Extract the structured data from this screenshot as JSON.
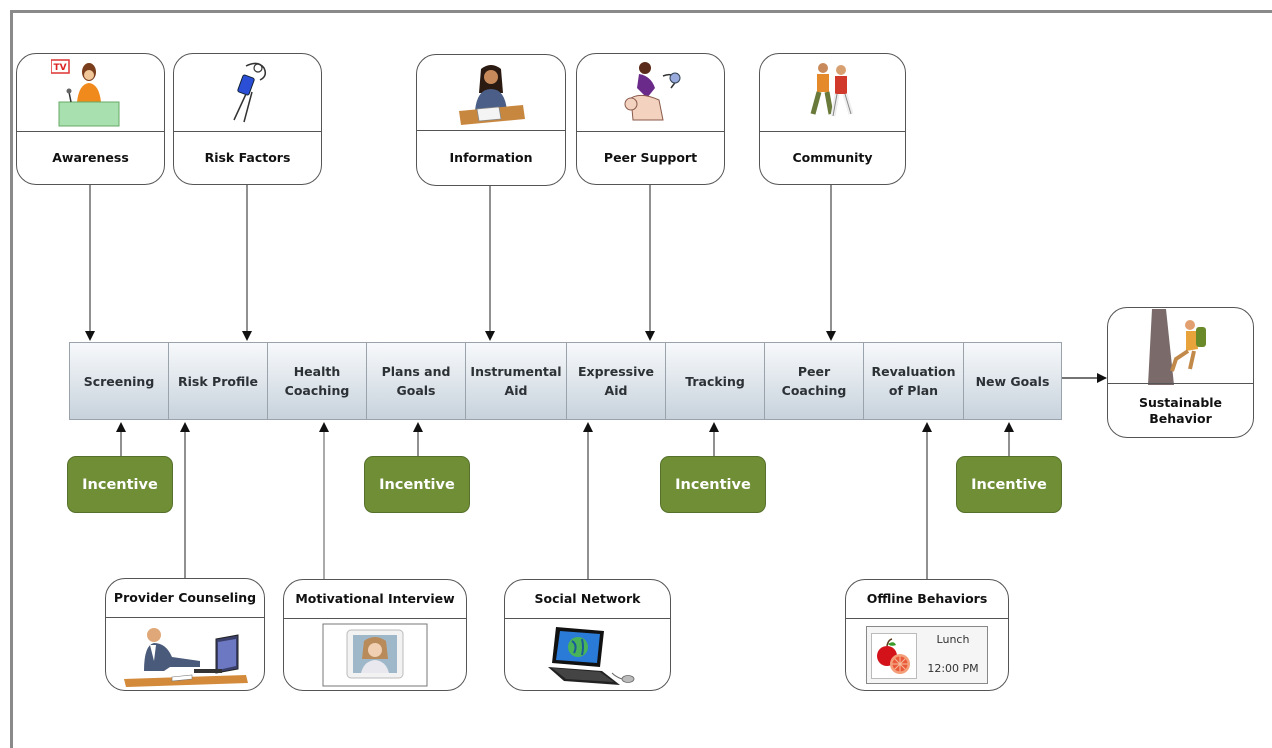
{
  "top_cards": [
    {
      "label": "Awareness",
      "icon": "tv-presenter-icon"
    },
    {
      "label": "Risk Factors",
      "icon": "blood-pressure-cuff-icon"
    },
    {
      "label": "Information",
      "icon": "reading-person-icon"
    },
    {
      "label": "Peer Support",
      "icon": "peer-helping-icon"
    },
    {
      "label": "Community",
      "icon": "running-people-icon"
    }
  ],
  "steps": [
    {
      "line1": "Screening",
      "line2": ""
    },
    {
      "line1": "Risk Profile",
      "line2": ""
    },
    {
      "line1": "Health",
      "line2": "Coaching"
    },
    {
      "line1": "Plans and",
      "line2": "Goals"
    },
    {
      "line1": "Instrumental",
      "line2": "Aid"
    },
    {
      "line1": "Expressive",
      "line2": "Aid"
    },
    {
      "line1": "Tracking",
      "line2": ""
    },
    {
      "line1": "Peer",
      "line2": "Coaching"
    },
    {
      "line1": "Revaluation",
      "line2": "of Plan"
    },
    {
      "line1": "New Goals",
      "line2": ""
    }
  ],
  "outcome": {
    "line1": "Sustainable",
    "line2": "Behavior",
    "icon": "hiker-icon"
  },
  "incentives": [
    "Incentive",
    "Incentive",
    "Incentive",
    "Incentive"
  ],
  "bottom_cards": [
    {
      "label": "Provider Counseling",
      "icon": "office-worker-icon"
    },
    {
      "label": "Motivational Interview",
      "icon": "video-portrait-icon"
    },
    {
      "label": "Social Network",
      "icon": "laptop-globe-icon"
    },
    {
      "label": "Offline Behaviors",
      "icon": "apple-reminder-icon",
      "reminder_title": "Lunch",
      "reminder_time": "12:00 PM"
    }
  ],
  "colors": {
    "incentive": "#6f8e35",
    "step_border": "#9aa3ab",
    "frame": "#8a8a8a"
  }
}
